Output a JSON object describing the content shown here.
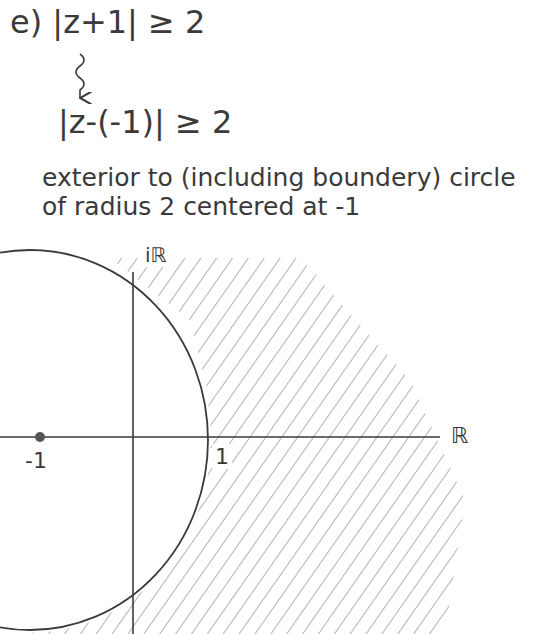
{
  "diagram": {
    "labels": [
      "e) |z+1| ≥ 2",
      "|z-(-1)| ≥ 2",
      "exterior to (including boundery) circle of radius 2 centered at -1",
      "iℝ",
      "-1",
      "1",
      "ℝ"
    ]
  }
}
